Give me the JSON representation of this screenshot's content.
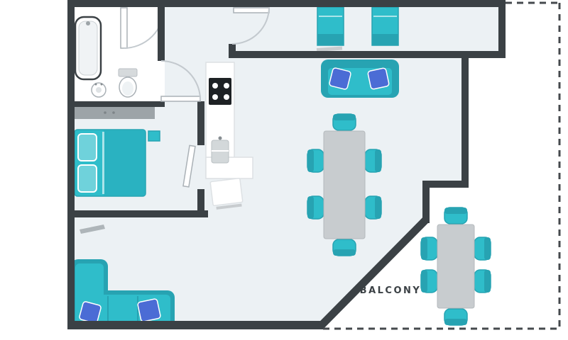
{
  "labels": {
    "balcony": "BALCONY"
  },
  "colors": {
    "wall": "#3b4145",
    "floor": "#ecf1f4",
    "bath": "#ffffff",
    "teal": "#2fbdca",
    "teal_dark": "#27a3b2",
    "teal_mid": "#2ab2c1",
    "teal_light": "#6fd2db",
    "pillow": "#4b6cd5",
    "gray": "#c8cccf",
    "gray_dark": "#9da4a8",
    "stove": "#1d2124",
    "dash": "#45494d"
  },
  "items": [
    "bathtub",
    "bathroom-sink",
    "toilet",
    "shower-door",
    "wardrobe",
    "double-bed",
    "nightstand",
    "media-shelf",
    "corner-sofa",
    "kitchen-counter",
    "stove",
    "kitchen-sink",
    "kitchen-table",
    "single-bed-left",
    "single-bed-right",
    "bedside-rug",
    "sofa",
    "dining-table",
    "dining-chairs-6",
    "balcony-table",
    "balcony-chairs-6"
  ]
}
